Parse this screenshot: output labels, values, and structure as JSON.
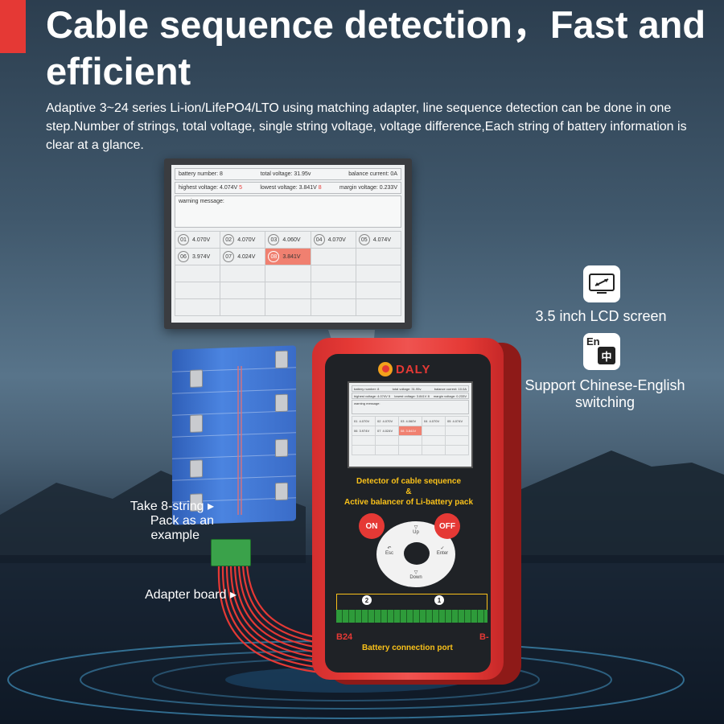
{
  "headline": "Cable sequence detection，Fast and efficient",
  "description": "Adaptive 3~24 series Li-ion/LifePO4/LTO using matching adapter, line sequence detection can be done in one step.Number of strings, total voltage, single string voltage, voltage difference,Each string of battery information is clear at a glance.",
  "colors": {
    "accent": "#e53935",
    "device_red": "#e53935",
    "highlight_cell": "#f08070",
    "title_yellow": "#f9c11a"
  },
  "lcd": {
    "battery_number_label": "battery number:",
    "battery_number": "8",
    "total_voltage_label": "total voltage:",
    "total_voltage": "31.95v",
    "balance_current_label": "balance current:",
    "balance_current": "0A",
    "highest_voltage_label": "highest voltage:",
    "highest_voltage": "4.074V",
    "highest_cell": "5",
    "lowest_voltage_label": "lowest voltage:",
    "lowest_voltage": "3.841V",
    "lowest_cell": "8",
    "margin_voltage_label": "margin voltage:",
    "margin_voltage": "0.233V",
    "warning_label": "warning message:",
    "cells": [
      {
        "num": "01",
        "voltage": "4.070V"
      },
      {
        "num": "02",
        "voltage": "4.070V"
      },
      {
        "num": "03",
        "voltage": "4.060V"
      },
      {
        "num": "04",
        "voltage": "4.070V"
      },
      {
        "num": "05",
        "voltage": "4.074V"
      },
      {
        "num": "06",
        "voltage": "3.974V"
      },
      {
        "num": "07",
        "voltage": "4.024V"
      },
      {
        "num": "08",
        "voltage": "3.841V"
      }
    ]
  },
  "mini_lcd": {
    "battery_number": "battery number: 8",
    "total_voltage": "total voltage: 31.95v",
    "balance_current": "balance current: 10.0A",
    "highest_voltage": "highest voltage: 4.074V 5",
    "lowest_voltage": "lowest voltage: 3.841V 8",
    "margin_voltage": "margin voltage: 0.233V",
    "warning_label": "warning message:",
    "cells": [
      {
        "num": "01",
        "voltage": "4.070V"
      },
      {
        "num": "02",
        "voltage": "4.070V"
      },
      {
        "num": "03",
        "voltage": "4.060V"
      },
      {
        "num": "04",
        "voltage": "4.070V"
      },
      {
        "num": "05",
        "voltage": "4.074V"
      },
      {
        "num": "06",
        "voltage": "3.974V"
      },
      {
        "num": "07",
        "voltage": "4.024V"
      },
      {
        "num": "08",
        "voltage": "3.841V"
      }
    ]
  },
  "features": {
    "lcd_label": "3.5 inch LCD screen",
    "lang_icon_en": "En",
    "lang_icon_zh": "中",
    "lang_label_line1": "Support Chinese-English",
    "lang_label_line2": "switching"
  },
  "device": {
    "brand": "DALY",
    "title_line1": "Detector of cable sequence",
    "title_line2": "&",
    "title_line3": "Active balancer of Li-battery pack",
    "btn_on": "ON",
    "btn_off": "OFF",
    "up": "Up",
    "esc": "Esc",
    "enter": "Enter",
    "down": "Down",
    "port_1": "1",
    "port_2": "2",
    "b24": "B24",
    "b_minus": "B-",
    "connector_label": "Battery connection port"
  },
  "annotations": {
    "pack_line1": "Take 8-string",
    "pack_line2": "Pack as an",
    "pack_line3": "example",
    "adapter": "Adapter board"
  }
}
